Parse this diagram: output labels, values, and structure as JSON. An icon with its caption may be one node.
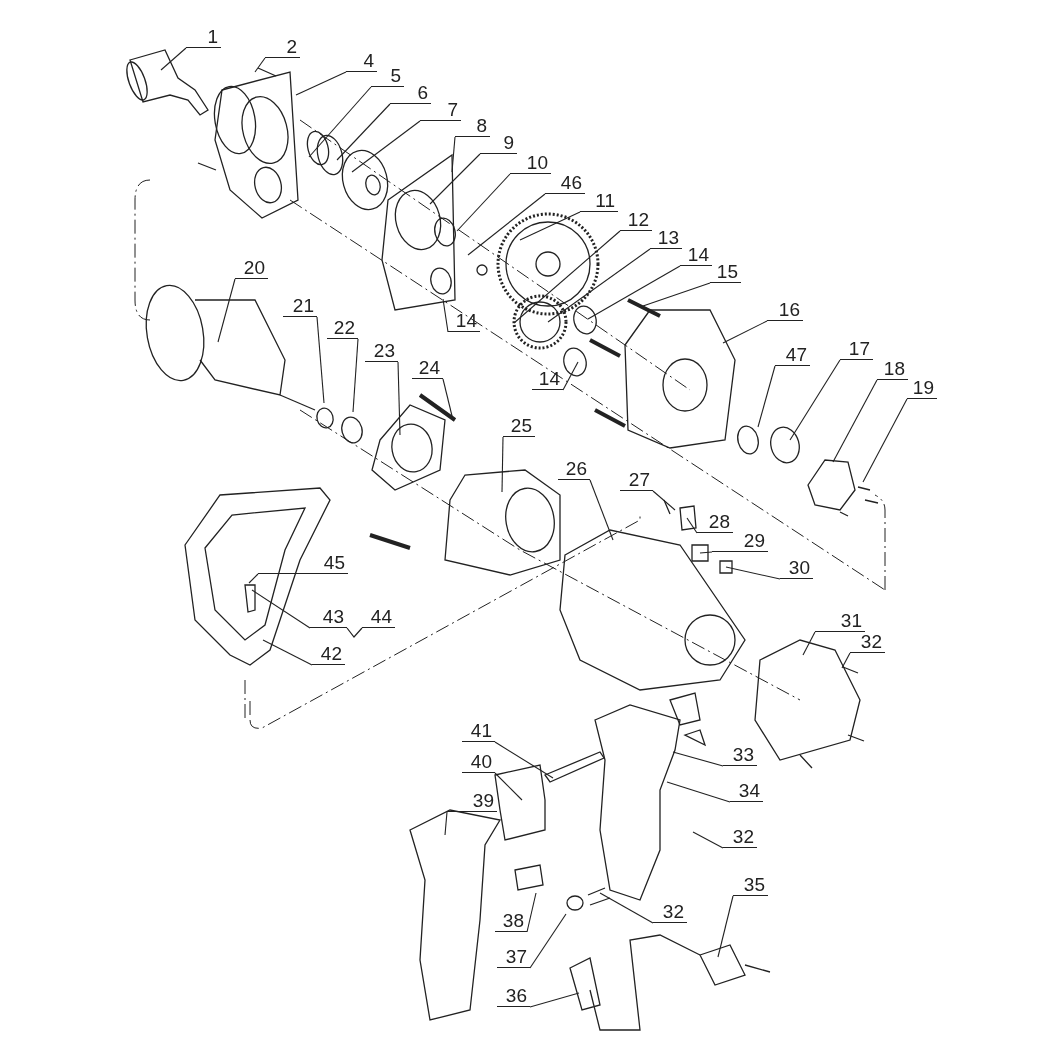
{
  "diagram": {
    "nodes": [
      {
        "text": [
          "1"
        ]
      },
      {
        "text": [
          "2"
        ]
      },
      {
        "text": [
          "4"
        ]
      },
      {
        "text": [
          "5"
        ]
      },
      {
        "text": [
          "6"
        ]
      },
      {
        "text": [
          "7"
        ]
      },
      {
        "text": [
          "8"
        ]
      },
      {
        "text": [
          "9"
        ]
      },
      {
        "text": [
          "10"
        ]
      },
      {
        "text": [
          "46"
        ]
      },
      {
        "text": [
          "11"
        ]
      },
      {
        "text": [
          "12"
        ]
      },
      {
        "text": [
          "13"
        ]
      },
      {
        "text": [
          "14"
        ]
      },
      {
        "text": [
          "15"
        ]
      },
      {
        "text": [
          "20"
        ]
      },
      {
        "text": [
          "14"
        ]
      },
      {
        "text": [
          "16"
        ]
      },
      {
        "text": [
          "21"
        ]
      },
      {
        "text": [
          "22"
        ]
      },
      {
        "text": [
          "23"
        ]
      },
      {
        "text": [
          "24"
        ]
      },
      {
        "text": [
          "47"
        ]
      },
      {
        "text": [
          "17"
        ]
      },
      {
        "text": [
          "18"
        ]
      },
      {
        "text": [
          "19"
        ]
      },
      {
        "text": [
          "14"
        ]
      },
      {
        "text": [
          "25"
        ]
      },
      {
        "text": [
          "26"
        ]
      },
      {
        "text": [
          "27"
        ]
      },
      {
        "text": [
          "28"
        ]
      },
      {
        "text": [
          "29"
        ]
      },
      {
        "text": [
          "30"
        ]
      },
      {
        "text": [
          "45"
        ]
      },
      {
        "text": [
          "43"
        ]
      },
      {
        "text": [
          "42"
        ]
      },
      {
        "text": [
          "31"
        ]
      },
      {
        "text": [
          "32"
        ]
      },
      {
        "text": [
          "41"
        ]
      },
      {
        "text": [
          "33"
        ]
      },
      {
        "text": [
          "40"
        ]
      },
      {
        "text": [
          "34"
        ]
      },
      {
        "text": [
          "39"
        ]
      },
      {
        "text": [
          "32"
        ]
      },
      {
        "text": [
          "38"
        ]
      },
      {
        "text": [
          "32"
        ]
      },
      {
        "text": [
          "37"
        ]
      },
      {
        "text": [
          "35"
        ]
      },
      {
        "text": [
          "36"
        ]
      }
    ],
    "edges": [
      {
        "from": 0,
        "to": null,
        "arrow": "none"
      },
      {
        "from": 1,
        "to": null,
        "arrow": "none"
      },
      {
        "from": 2,
        "to": null,
        "arrow": "none"
      },
      {
        "from": 3,
        "to": null,
        "arrow": "none"
      },
      {
        "from": 4,
        "to": null,
        "arrow": "none"
      },
      {
        "from": 5,
        "to": null,
        "arrow": "none"
      },
      {
        "from": 6,
        "to": null,
        "arrow": "none"
      },
      {
        "from": 7,
        "to": null,
        "arrow": "none"
      },
      {
        "from": 8,
        "to": null,
        "arrow": "none"
      },
      {
        "from": 9,
        "to": null,
        "arrow": "none"
      },
      {
        "from": 10,
        "to": null,
        "arrow": "none"
      },
      {
        "from": 11,
        "to": null,
        "arrow": "none"
      },
      {
        "from": 12,
        "to": null,
        "arrow": "none"
      },
      {
        "from": 13,
        "to": null,
        "arrow": "none"
      },
      {
        "from": 14,
        "to": null,
        "arrow": "none"
      },
      {
        "from": 15,
        "to": null,
        "arrow": "none"
      },
      {
        "from": 16,
        "to": null,
        "arrow": "none"
      },
      {
        "from": 17,
        "to": null,
        "arrow": "none"
      },
      {
        "from": 18,
        "to": null,
        "arrow": "none"
      },
      {
        "from": 19,
        "to": null,
        "arrow": "none"
      },
      {
        "from": 20,
        "to": null,
        "arrow": "none"
      },
      {
        "from": 21,
        "to": null,
        "arrow": "none"
      },
      {
        "from": 22,
        "to": null,
        "arrow": "none"
      },
      {
        "from": 23,
        "to": null,
        "arrow": "none"
      },
      {
        "from": 24,
        "to": null,
        "arrow": "none"
      },
      {
        "from": 25,
        "to": null,
        "arrow": "none"
      },
      {
        "from": 26,
        "to": null,
        "arrow": "none"
      },
      {
        "from": 27,
        "to": null,
        "arrow": "none"
      },
      {
        "from": 28,
        "to": null,
        "arrow": "none"
      },
      {
        "from": 29,
        "to": null,
        "arrow": "none"
      },
      {
        "from": 30,
        "to": null,
        "arrow": "none"
      },
      {
        "from": 31,
        "to": null,
        "arrow": "none"
      },
      {
        "from": 32,
        "to": null,
        "arrow": "none"
      },
      {
        "from": 33,
        "to": null,
        "arrow": "none"
      },
      {
        "from": 34,
        "to": null,
        "arrow": "none"
      },
      {
        "from": 35,
        "to": null,
        "arrow": "none"
      },
      {
        "from": 36,
        "to": null,
        "arrow": "none"
      },
      {
        "from": 37,
        "to": null,
        "arrow": "none"
      },
      {
        "from": 38,
        "to": null,
        "arrow": "none"
      },
      {
        "from": 39,
        "to": null,
        "arrow": "none"
      },
      {
        "from": 40,
        "to": null,
        "arrow": "none"
      },
      {
        "from": 41,
        "to": null,
        "arrow": "none"
      },
      {
        "from": 42,
        "to": null,
        "arrow": "none"
      },
      {
        "from": 43,
        "to": null,
        "arrow": "none"
      },
      {
        "from": 44,
        "to": null,
        "arrow": "none"
      },
      {
        "from": 45,
        "to": null,
        "arrow": "none"
      },
      {
        "from": 46,
        "to": null,
        "arrow": "none"
      },
      {
        "from": 47,
        "to": null,
        "arrow": "none"
      },
      {
        "from": 48,
        "to": null,
        "arrow": "none"
      }
    ],
    "labels": [
      "44"
    ]
  }
}
